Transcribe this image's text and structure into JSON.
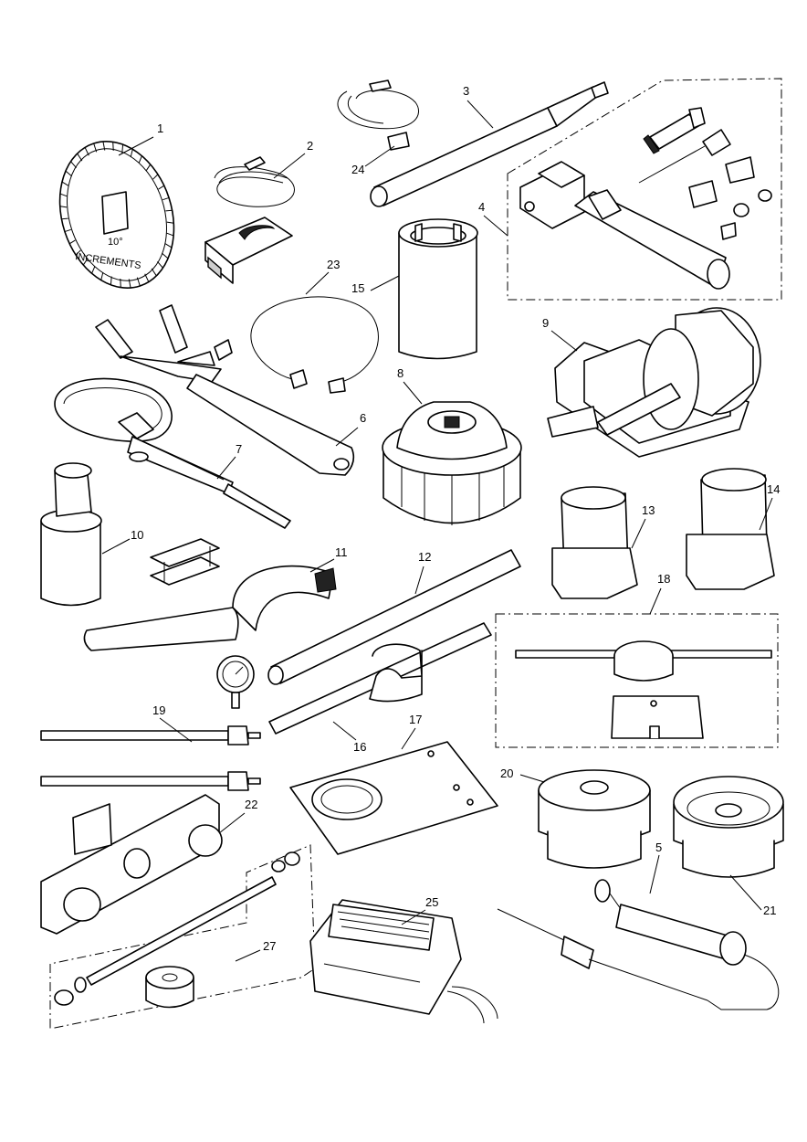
{
  "dial_text": {
    "line1": "10°",
    "line2": "INCREMENTS"
  },
  "callouts": [
    "1",
    "2",
    "3",
    "4",
    "5",
    "6",
    "7",
    "8",
    "9",
    "10",
    "11",
    "12",
    "13",
    "14",
    "15",
    "16",
    "17",
    "18",
    "19",
    "20",
    "21",
    "22",
    "23",
    "24",
    "25",
    "27"
  ]
}
